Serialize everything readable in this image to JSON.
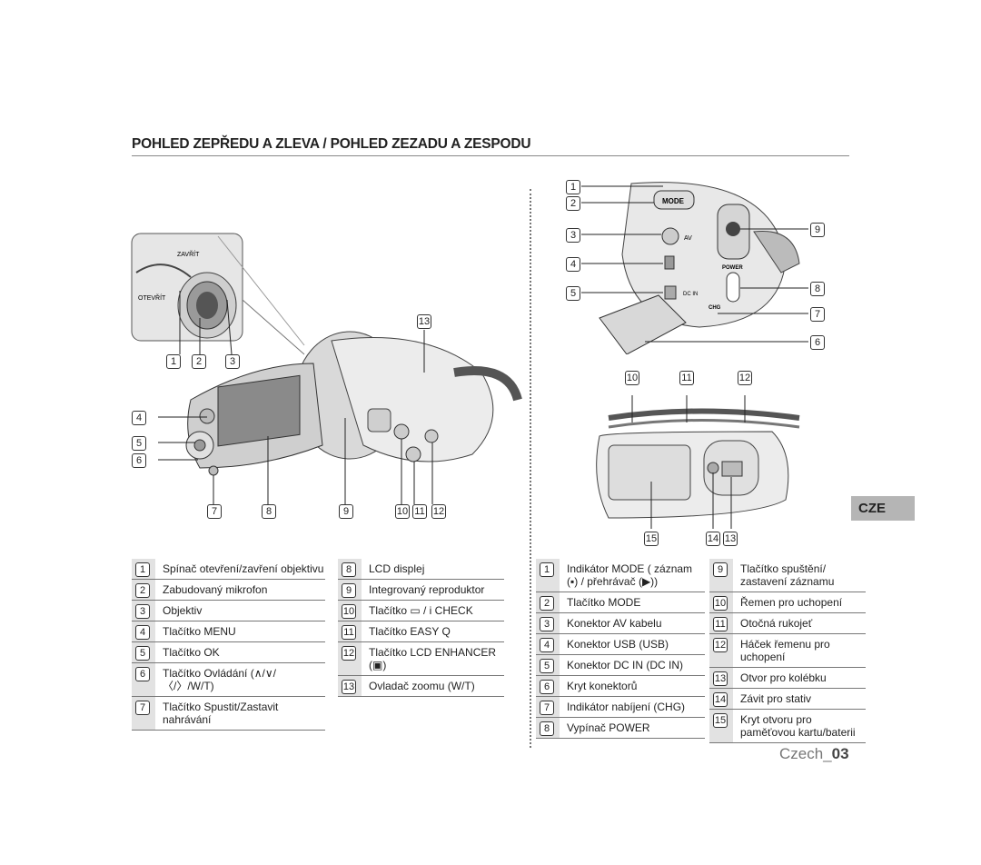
{
  "page_title": "POHLED ZEPŘEDU A ZLEVA / POHLED ZEZADU A ZESPODU",
  "lang_tab": "CZE",
  "footer": {
    "language": "Czech_",
    "page": "03"
  },
  "figure_left": {
    "inset_labels": {
      "open": "OTEVŘÍT",
      "close": "ZAVŘÍT"
    },
    "callouts": [
      "1",
      "2",
      "3",
      "4",
      "5",
      "6",
      "7",
      "8",
      "9",
      "10",
      "11",
      "12",
      "13"
    ]
  },
  "figure_right_top": {
    "callouts": [
      "1",
      "2",
      "3",
      "4",
      "5",
      "6",
      "7",
      "8",
      "9"
    ],
    "body_labels": {
      "mode": "MODE",
      "av": "AV",
      "dcin": "DC IN",
      "power": "POWER",
      "chg": "CHG"
    }
  },
  "figure_right_bottom": {
    "callouts": [
      "10",
      "11",
      "12",
      "13",
      "14",
      "15"
    ]
  },
  "table_left": [
    {
      "n": "1",
      "t": "Spínač otevření/zavření objektivu"
    },
    {
      "n": "2",
      "t": "Zabudovaný mikrofon"
    },
    {
      "n": "3",
      "t": "Objektiv"
    },
    {
      "n": "4",
      "t": "Tlačítko MENU"
    },
    {
      "n": "5",
      "t": "Tlačítko OK"
    },
    {
      "n": "6",
      "t": "Tlačítko Ovládání (∧/∨/〈/〉/W/T)"
    },
    {
      "n": "7",
      "t": "Tlačítko Spustit/Zastavit nahrávání"
    }
  ],
  "table_mid": [
    {
      "n": "8",
      "t": "LCD displej"
    },
    {
      "n": "9",
      "t": "Integrovaný reproduktor"
    },
    {
      "n": "10",
      "t": "Tlačítko ▭ / i CHECK"
    },
    {
      "n": "11",
      "t": "Tlačítko EASY Q"
    },
    {
      "n": "12",
      "t": "Tlačítko LCD ENHANCER (▣)"
    },
    {
      "n": "13",
      "t": "Ovladač zoomu (W/T)"
    }
  ],
  "table_right_a": [
    {
      "n": "1",
      "t": "Indikátor MODE ( záznam (▪) / přehrávač (▶))"
    },
    {
      "n": "2",
      "t": "Tlačítko MODE"
    },
    {
      "n": "3",
      "t": "Konektor AV kabelu"
    },
    {
      "n": "4",
      "t": "Konektor USB (USB)"
    },
    {
      "n": "5",
      "t": "Konektor DC IN (DC IN)"
    },
    {
      "n": "6",
      "t": "Kryt konektorů"
    },
    {
      "n": "7",
      "t": "Indikátor nabíjení (CHG)"
    },
    {
      "n": "8",
      "t": "Vypínač POWER"
    }
  ],
  "table_right_b": [
    {
      "n": "9",
      "t": "Tlačítko spuštění/ zastavení záznamu"
    },
    {
      "n": "10",
      "t": "Řemen pro uchopení"
    },
    {
      "n": "11",
      "t": "Otočná rukojeť"
    },
    {
      "n": "12",
      "t": "Háček řemenu pro uchopení"
    },
    {
      "n": "13",
      "t": "Otvor pro kolébku"
    },
    {
      "n": "14",
      "t": "Závit pro stativ"
    },
    {
      "n": "15",
      "t": "Kryt otvoru pro paměťovou kartu/baterii"
    }
  ]
}
